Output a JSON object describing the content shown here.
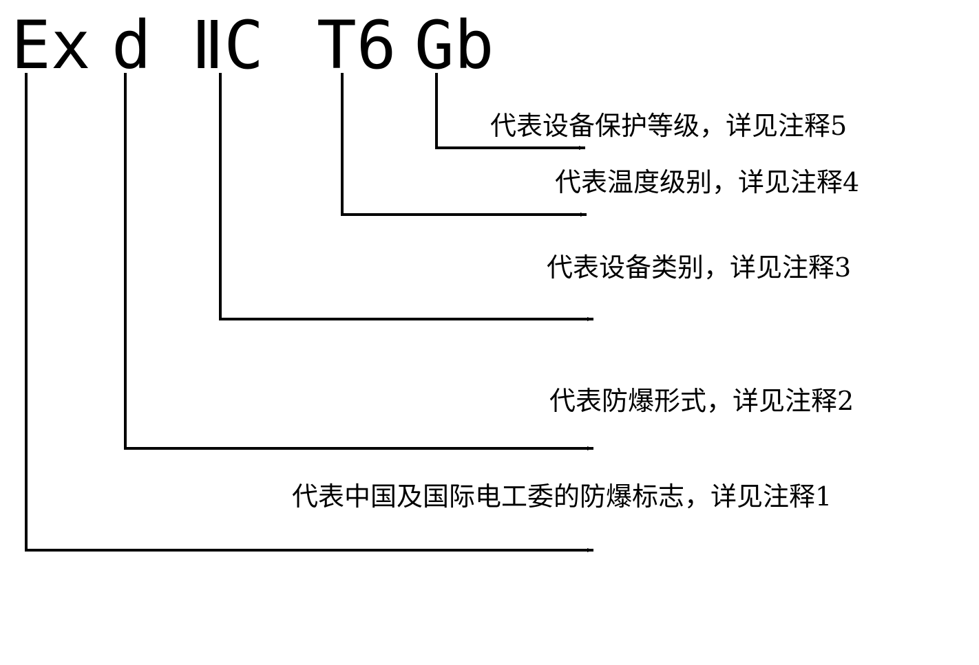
{
  "marking": {
    "tokens": [
      {
        "id": "ex",
        "text": "Ex"
      },
      {
        "id": "d",
        "text": "d"
      },
      {
        "id": "group",
        "text": "ⅡC"
      },
      {
        "id": "temp",
        "text": "T6"
      },
      {
        "id": "epl",
        "text": "Gb"
      }
    ]
  },
  "annotations": [
    {
      "id": "epl",
      "text": "代表设备保护等级，详见注释5"
    },
    {
      "id": "temp",
      "text": "代表温度级别，详见注释4"
    },
    {
      "id": "group",
      "text": "代表设备类别，详见注释3"
    },
    {
      "id": "d",
      "text": "代表防爆形式，详见注释2"
    },
    {
      "id": "ex",
      "text": "代表中国及国际电工委的防爆标志，详见注释1"
    }
  ],
  "colors": {
    "line": "#000000",
    "text": "#000000",
    "background": "#ffffff"
  }
}
